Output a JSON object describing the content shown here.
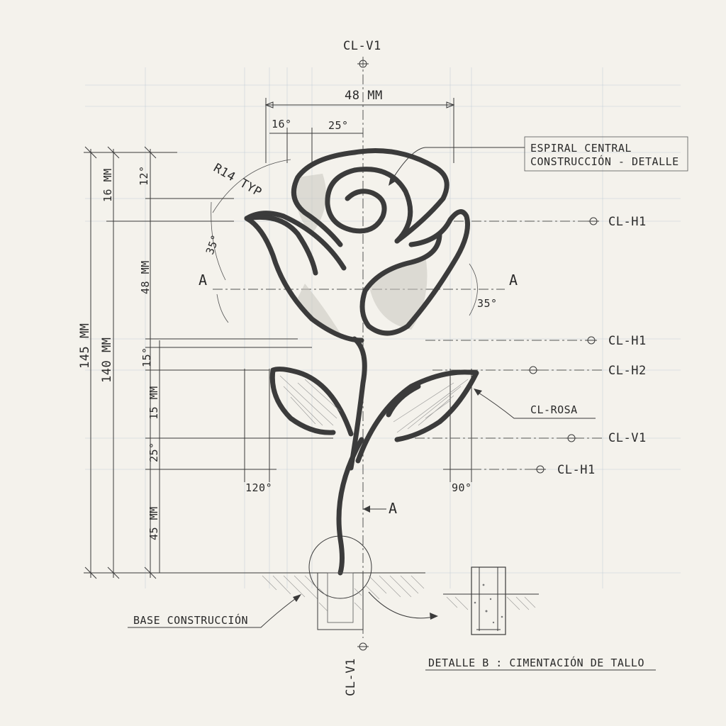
{
  "title_labels": {
    "cl_v1_top": "CL-V1",
    "cl_v1_bottom": "CL-V1"
  },
  "dimensions": {
    "width_48": "48 MM",
    "ang_16": "16°",
    "ang_25_top": "25°",
    "radius": "R14 TYP",
    "ang_35_left": "35°",
    "ang_35_right": "35°",
    "ang_120": "120°",
    "ang_90": "90°",
    "ang_12": "12°",
    "ang_15": "15°",
    "ang_25_left": "25°",
    "v_16mm": "16 MM",
    "v_48mm": "48 MM",
    "v_15mm": "15 MM",
    "v_45mm": "45 MM",
    "v_145mm": "145 MM",
    "v_140mm": "140 MM"
  },
  "section": {
    "a_left": "A",
    "a_right": "A",
    "a_bottom": "A"
  },
  "centerlines": {
    "h1_a": "CL-H1",
    "h1_b": "CL-H1",
    "h2": "CL-H2",
    "v1_right": "CL-V1",
    "h1_c": "CL-H1"
  },
  "callouts": {
    "spiral_line1": "ESPIRAL CENTRAL",
    "spiral_line2": "CONSTRUCCIÓN - DETALLE",
    "cl_rosa": "CL-ROSA",
    "base": "BASE CONSTRUCCIÓN",
    "detail_b": "DETALLE B : CIMENTACIÓN DE TALLO"
  }
}
